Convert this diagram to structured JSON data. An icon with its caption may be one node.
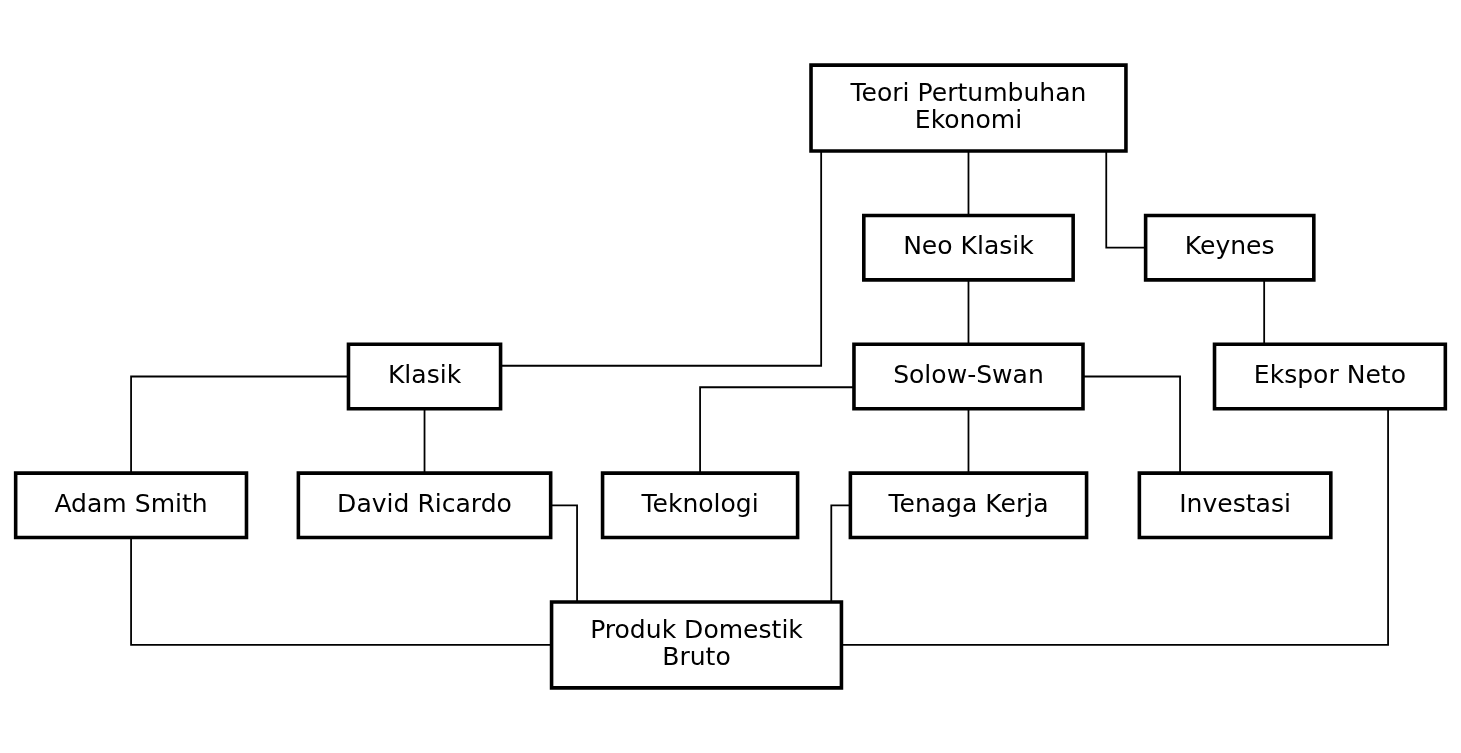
{
  "diagram": {
    "nodes": [
      {
        "text": [
          "Teori Pertumbuhan Ekonomi"
        ]
      },
      {
        "text": [
          "Klasik"
        ]
      },
      {
        "text": [
          "Neo Klasik"
        ]
      },
      {
        "text": [
          "Keynes"
        ]
      },
      {
        "text": [
          "Adam Smith"
        ]
      },
      {
        "text": [
          "David Ricardo"
        ]
      },
      {
        "text": [
          "Solow-Swan"
        ]
      },
      {
        "text": [
          "Ekspor Neto"
        ]
      },
      {
        "text": [
          "Teknologi"
        ]
      },
      {
        "text": [
          "Tenaga Kerja"
        ]
      },
      {
        "text": [
          "Investasi"
        ]
      },
      {
        "text": [
          "Produk Domestik Bruto"
        ]
      }
    ],
    "edges": [
      {
        "from": 0,
        "to": 1,
        "arrow": "none"
      },
      {
        "from": 0,
        "to": 2,
        "arrow": "none"
      },
      {
        "from": 0,
        "to": 3,
        "arrow": "none"
      },
      {
        "from": 1,
        "to": 4,
        "arrow": "none"
      },
      {
        "from": 1,
        "to": 5,
        "arrow": "none"
      },
      {
        "from": 2,
        "to": 6,
        "arrow": "none"
      },
      {
        "from": 3,
        "to": 7,
        "arrow": "none"
      },
      {
        "from": 6,
        "to": 8,
        "arrow": "none"
      },
      {
        "from": 6,
        "to": 9,
        "arrow": "none"
      },
      {
        "from": 6,
        "to": 10,
        "arrow": "none"
      },
      {
        "from": 4,
        "to": 11,
        "arrow": "none"
      },
      {
        "from": 5,
        "to": 11,
        "arrow": "none"
      },
      {
        "from": 9,
        "to": 11,
        "arrow": "none"
      },
      {
        "from": 7,
        "to": 11,
        "arrow": "none"
      }
    ]
  }
}
